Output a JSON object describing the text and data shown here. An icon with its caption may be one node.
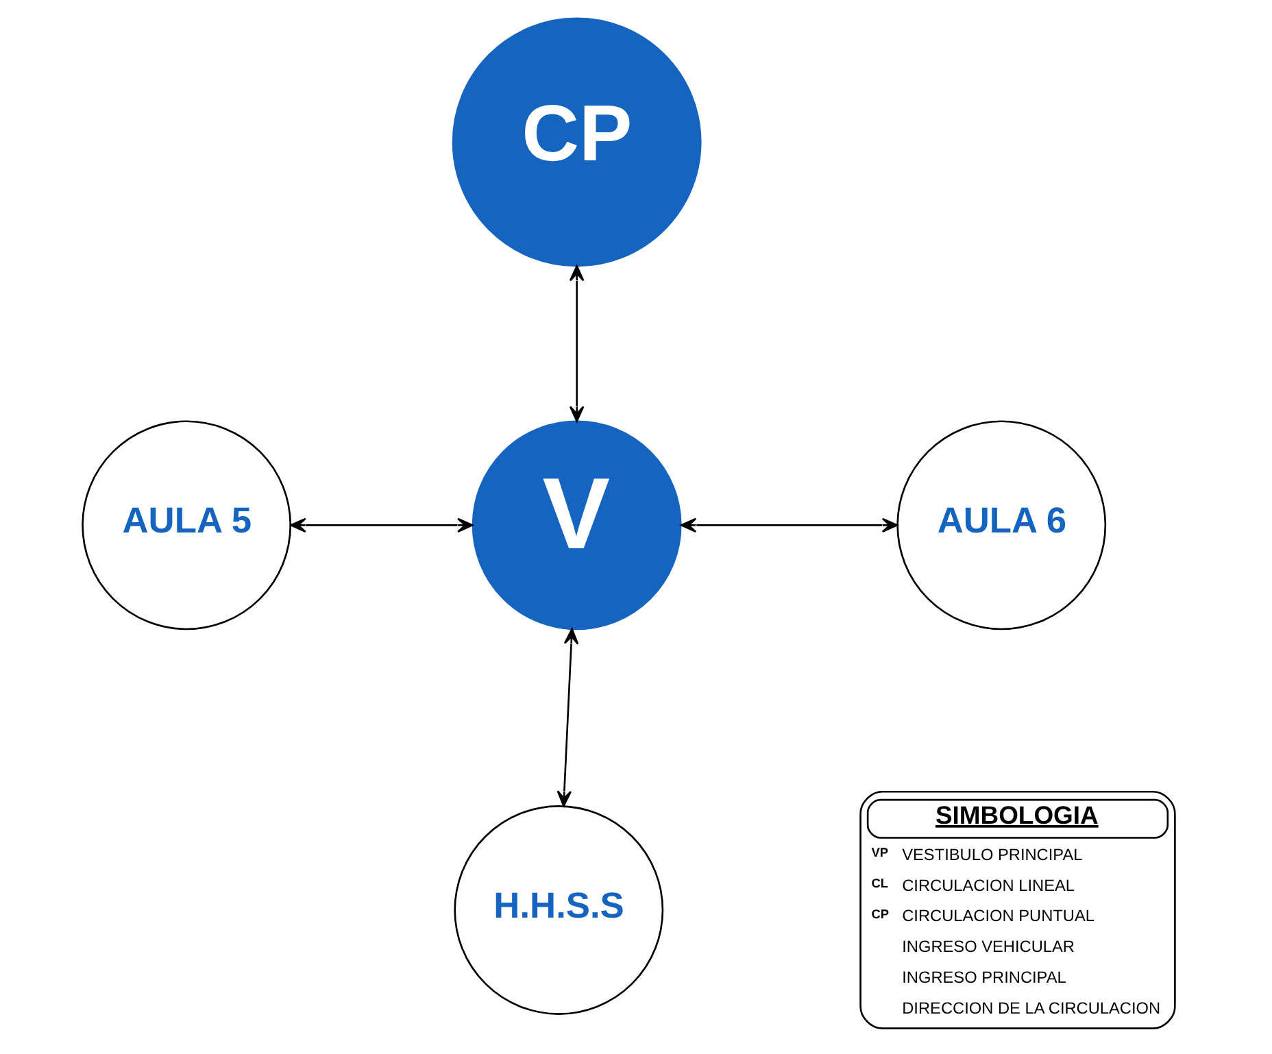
{
  "diagram": {
    "nodes": [
      {
        "text": [
          "CP"
        ]
      },
      {
        "text": [
          "AULA 5"
        ]
      },
      {
        "text": [
          "V"
        ]
      },
      {
        "text": [
          "AULA 6"
        ]
      },
      {
        "text": [
          "H.H.S.S"
        ]
      }
    ],
    "edges": [
      {
        "from": 0,
        "to": 2,
        "arrow": "both"
      },
      {
        "from": 1,
        "to": 2,
        "arrow": "both"
      },
      {
        "from": 2,
        "to": 3,
        "arrow": "both"
      },
      {
        "from": 2,
        "to": 4,
        "arrow": "both"
      }
    ],
    "labels": [
      "SIMBOLOGIA",
      "VP",
      "CL",
      "CP"
    ],
    "legend": [
      {
        "text": "VESTIBULO PRINCIPAL"
      },
      {
        "text": "CIRCULACION LINEAL"
      },
      {
        "text": "CIRCULACION PUNTUAL"
      },
      {
        "text": "INGRESO VEHICULAR"
      },
      {
        "text": "INGRESO PRINCIPAL"
      },
      {
        "text": "DIRECCION DE LA CIRCULACION"
      }
    ]
  }
}
